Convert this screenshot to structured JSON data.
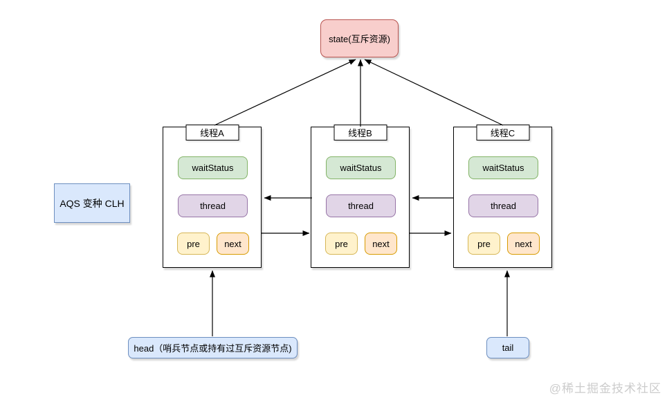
{
  "state_box": {
    "label": "state(互斥资源)"
  },
  "aqs_label": {
    "label": "AQS 变种 CLH"
  },
  "nodes": [
    {
      "title": "线程A",
      "wait_status": "waitStatus",
      "thread": "thread",
      "pre": "pre",
      "next": "next"
    },
    {
      "title": "线程B",
      "wait_status": "waitStatus",
      "thread": "thread",
      "pre": "pre",
      "next": "next"
    },
    {
      "title": "线程C",
      "wait_status": "waitStatus",
      "thread": "thread",
      "pre": "pre",
      "next": "next"
    }
  ],
  "head_box": {
    "label": "head（哨兵节点或持有过互斥资源节点)"
  },
  "tail_box": {
    "label": "tail"
  },
  "watermark": "@稀土掘金技术社区",
  "colors": {
    "state_fill": "#f8cecc",
    "state_stroke": "#b85450",
    "wait_status_fill": "#d5e8d4",
    "wait_status_stroke": "#82b366",
    "thread_fill": "#e1d5e7",
    "thread_stroke": "#9673a6",
    "pre_fill": "#fff2cc",
    "pre_stroke": "#d6b656",
    "next_fill": "#ffe6cc",
    "next_stroke": "#d79b00",
    "label_fill": "#dae8fc",
    "label_stroke": "#6c8ebf",
    "arrow": "#000000"
  }
}
